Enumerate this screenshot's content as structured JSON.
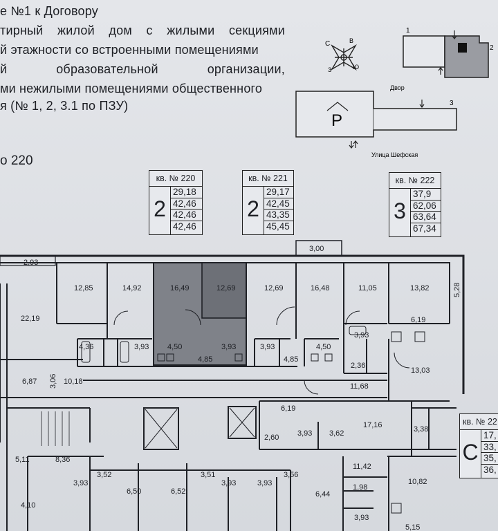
{
  "header": {
    "line1": "е №1 к Договору",
    "line2_words": [
      "тирный",
      "жилой",
      "дом",
      "с",
      "жилыми",
      "секциями"
    ],
    "line3": "й этажности со встроенными помещениями",
    "line4_words": [
      "й",
      "образовательной",
      "организации,"
    ],
    "line5": "ми нежилыми помещениями общественного",
    "line6": "я (№ 1, 2, 3.1 по ПЗУ)",
    "apartment_label": "о 220"
  },
  "site_plan": {
    "compass": {
      "c": "С",
      "v": "В",
      "z": "З",
      "yu": "Ю"
    },
    "section_1": "1",
    "section_2": "2",
    "section_3": "3",
    "courtyard": "Двор",
    "street": "Улица Шефская",
    "parking": "P"
  },
  "apartments": [
    {
      "title": "кв. № 220",
      "rooms": "2",
      "areas": [
        "29,18",
        "42,46",
        "42,46",
        "42,46"
      ]
    },
    {
      "title": "кв. № 221",
      "rooms": "2",
      "areas": [
        "29,17",
        "42,45",
        "43,35",
        "45,45"
      ]
    },
    {
      "title": "кв. № 222",
      "rooms": "3",
      "areas": [
        "37,9",
        "62,06",
        "63,64",
        "67,34"
      ]
    },
    {
      "title": "кв. № 22",
      "rooms": "С",
      "areas": [
        "17,",
        "33,",
        "35,",
        "36,"
      ]
    }
  ],
  "floor_plan": {
    "rooms": {
      "r293": "2,93",
      "r2219": "22,19",
      "r1285": "12,85",
      "r1492": "14,92",
      "r1649": "16,49",
      "r1269a": "12,69",
      "r1269b": "12,69",
      "r1648": "16,48",
      "r1105": "11,05",
      "r1382": "13,82",
      "r528": "5,28",
      "r300": "3,00",
      "r436": "4,36",
      "r393a": "3,93",
      "r450a": "4,50",
      "r485a": "4,85",
      "r393b": "3,93",
      "r393c": "3,93",
      "r485b": "4,85",
      "r450b": "4,50",
      "r393d": "3,93",
      "r619a": "6,19",
      "r236": "2,36",
      "r1303": "13,03",
      "r1168": "11,68",
      "r687": "6,87",
      "r306": "3,06",
      "r1018": "10,18",
      "r619b": "6,19",
      "r1716": "17,16",
      "r260": "2,60",
      "r393e": "3,93",
      "r362": "3,62",
      "r338": "3,38",
      "r511": "5,11",
      "r836": "8,36",
      "r1142": "11,42",
      "r198": "1,98",
      "r1082": "10,82",
      "r410": "4,10",
      "r393f": "3,93",
      "r352": "3,52",
      "r650": "6,50",
      "r652": "6,52",
      "r351": "3,51",
      "r393g": "3,93",
      "r393h": "3,93",
      "r356": "3,56",
      "r644": "6,44",
      "r393i": "3,93",
      "r515": "5,15"
    }
  },
  "colors": {
    "highlight": "#7d8087",
    "highlight_dark": "#6d7077",
    "line": "#1f2126",
    "paper": "#e2e4e8"
  }
}
